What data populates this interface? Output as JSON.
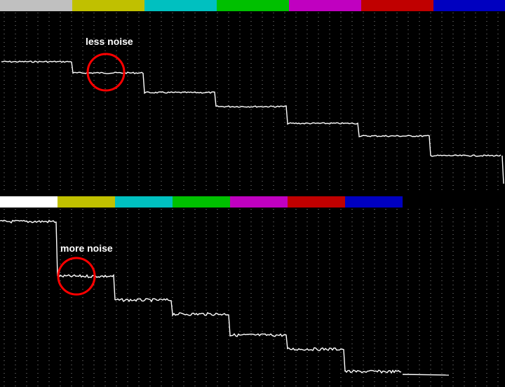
{
  "annotations": {
    "top": "less noise",
    "bottom": "more noise"
  },
  "colors": {
    "background": "#000000",
    "trace": "#ffffff",
    "grid": "#8a8a8a",
    "marker": "#ff0000"
  },
  "top_panel": {
    "color_bars": [
      "#c0c0c0",
      "#c0c000",
      "#00c0c0",
      "#00c000",
      "#c000c0",
      "#c00000",
      "#0000c0"
    ],
    "steps": 7,
    "noise": "low"
  },
  "bottom_panel": {
    "color_bars": [
      "#ffffff",
      "#c0c000",
      "#00c0c0",
      "#00c000",
      "#c000c0",
      "#c00000",
      "#0000c0"
    ],
    "steps": 7,
    "noise": "high"
  }
}
